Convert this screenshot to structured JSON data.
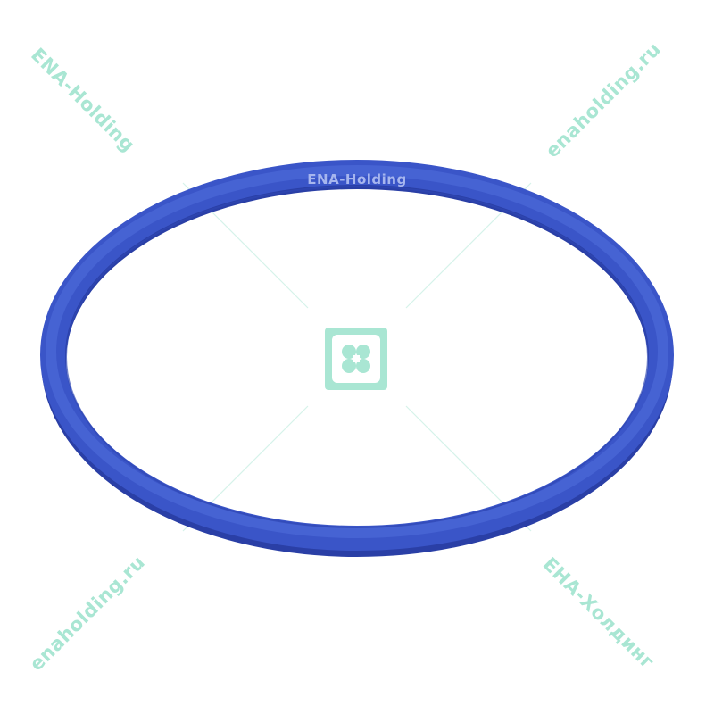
{
  "watermarks": {
    "top_left": "ENA-Holding",
    "top_right": "enaholding.ru",
    "bottom_left": "enaholding.ru",
    "bottom_right": "ЕНА-Холдинг"
  },
  "product": {
    "ring_marking": "ENA-Holding",
    "ring_color": "#3a55c8",
    "ring_shadow_color": "#2a3fa6"
  },
  "logo": {
    "icon": "clover-logo-icon",
    "color": "#a9e6d3"
  },
  "colors": {
    "background": "#ffffff",
    "watermark": "#a9e6d3"
  }
}
